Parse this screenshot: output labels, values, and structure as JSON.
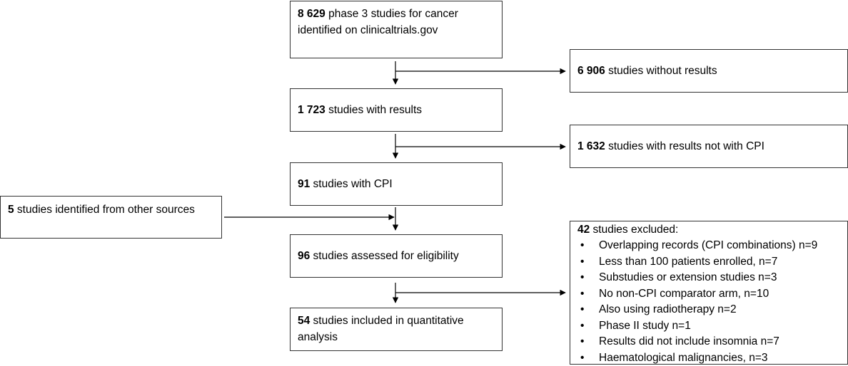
{
  "boxes": {
    "identified": {
      "number": "8 629",
      "text": " phase 3 studies for cancer identified on clinicaltrials.gov"
    },
    "without_results": {
      "number": "6 906",
      "text": " studies without results"
    },
    "with_results": {
      "number": "1 723",
      "text": " studies with results"
    },
    "not_cpi": {
      "number": "1 632",
      "text": " studies with results not with CPI"
    },
    "with_cpi": {
      "number": "91",
      "text": " studies with CPI"
    },
    "other_sources": {
      "number": "5",
      "text": " studies identified from other sources"
    },
    "assessed": {
      "number": "96",
      "text": " studies assessed for eligibility"
    },
    "included": {
      "number": "54",
      "text": " studies included in quantitative analysis"
    },
    "excluded": {
      "number": "42",
      "text": " studies excluded:",
      "reasons": [
        "Overlapping records (CPI combinations) n=9",
        "Less than 100 patients enrolled, n=7",
        "Substudies or extension studies n=3",
        "No non-CPI comparator arm, n=10",
        "Also using radiotherapy n=2",
        "Phase II study n=1",
        "Results did not include insomnia n=7",
        "Haematological malignancies, n=3"
      ]
    }
  }
}
